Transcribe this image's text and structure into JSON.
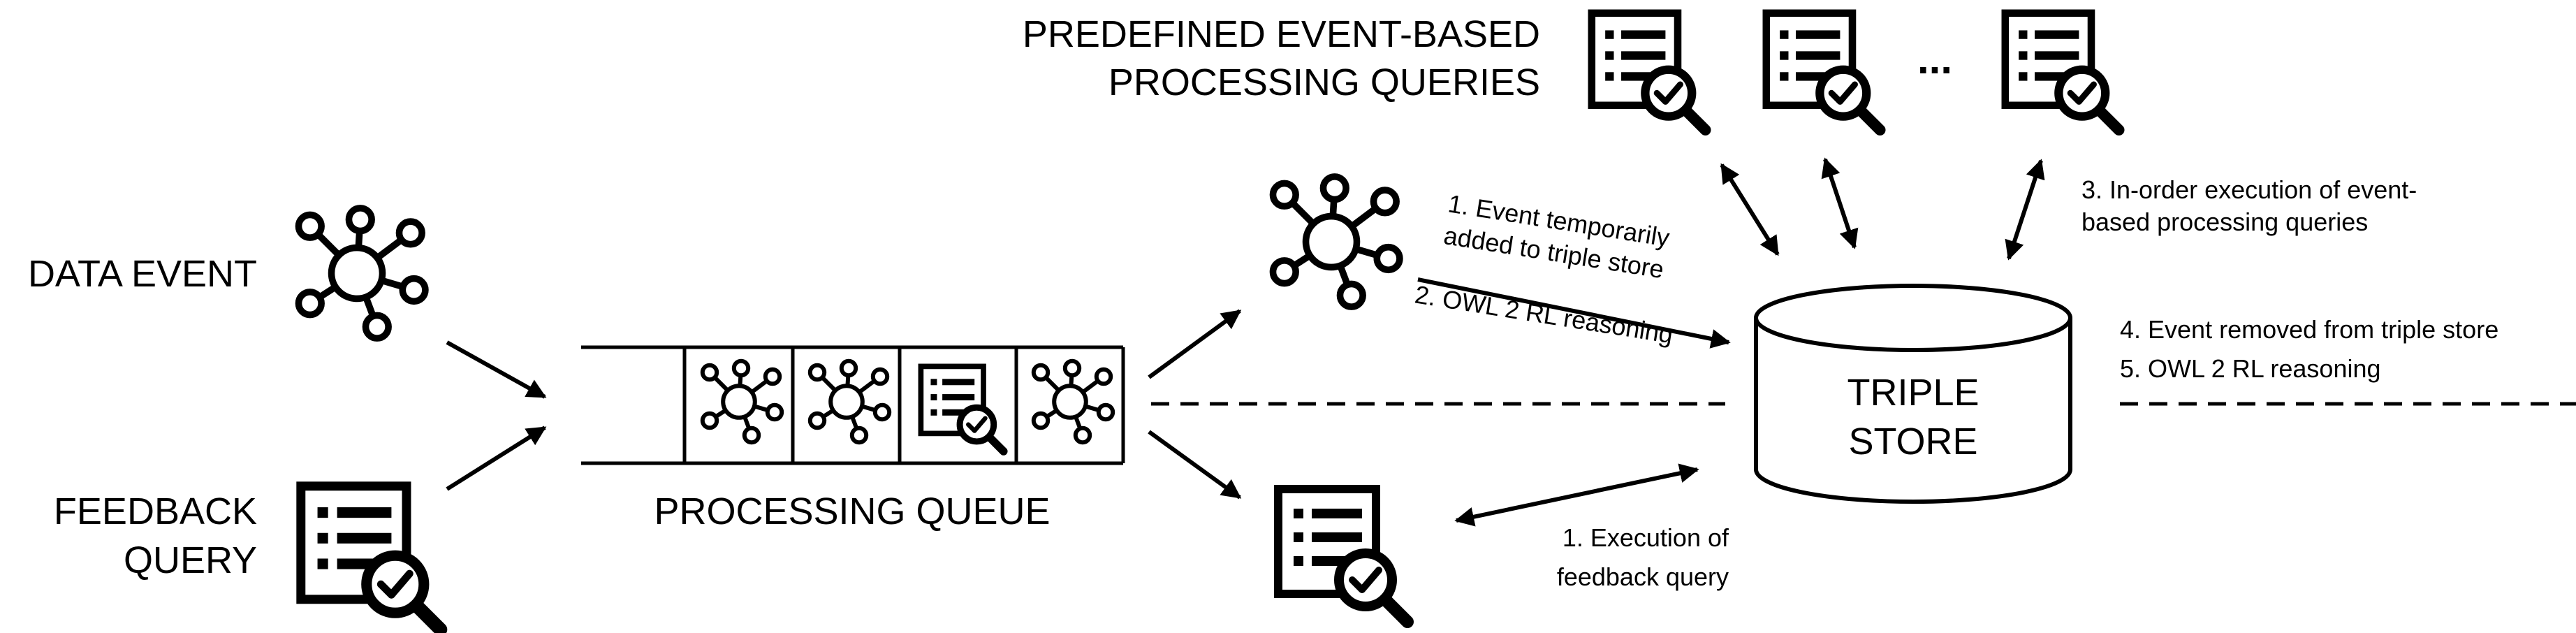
{
  "labels": {
    "predefined_line1": "PREDEFINED EVENT-BASED",
    "predefined_line2": "PROCESSING QUERIES",
    "ellipsis": "...",
    "data_event": "DATA EVENT",
    "feedback_line1": "FEEDBACK",
    "feedback_line2": "QUERY",
    "processing_queue": "PROCESSING QUEUE",
    "step1_line1": "1. Event temporarily",
    "step1_line2": "added to triple store",
    "step2": "2. OWL 2 RL reasoning",
    "step3_line1": "3. In-order execution of event-",
    "step3_line2": "based processing queries",
    "step4": "4. Event removed from triple store",
    "step5": "5. OWL 2 RL reasoning",
    "triple_store_line1": "TRIPLE",
    "triple_store_line2": "STORE",
    "feedback_exec_line1": "1. Execution of",
    "feedback_exec_line2": "feedback query"
  },
  "icons": {
    "event": "network-graph-icon",
    "query": "document-list-magnifier-check-icon"
  },
  "queue": {
    "items": [
      "event",
      "event",
      "query",
      "event"
    ]
  },
  "colors": {
    "stroke": "#000000",
    "background": "#ffffff"
  }
}
